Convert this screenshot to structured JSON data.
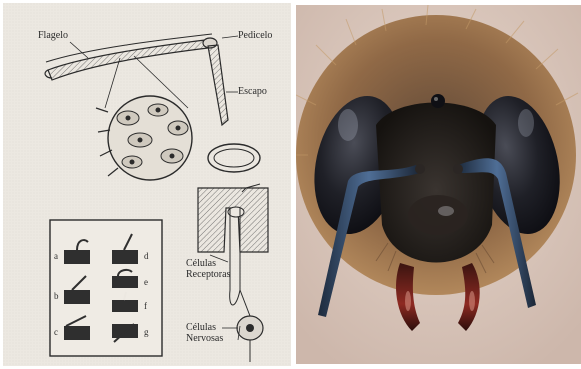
{
  "diagram": {
    "labels": {
      "flagelo": "Flagelo",
      "pedicelo": "Pedicelo",
      "escapo": "Escapo",
      "receptoras": [
        "Células",
        "Receptoras"
      ],
      "nervosas": [
        "Células",
        "Nervosas"
      ]
    },
    "inset_letters": [
      "a",
      "b",
      "c",
      "d",
      "e",
      "f",
      "g"
    ]
  },
  "photo": {
    "subject": "bee-head-closeup"
  },
  "colors": {
    "paper": "#ece8e1",
    "ink": "#2b2b2b",
    "photo_bg": "#d8c5bc",
    "fur": "#a77a4e",
    "eye": "#1b1c22",
    "antenna": "#3d5a80",
    "mandible": "#7a1f1f"
  }
}
